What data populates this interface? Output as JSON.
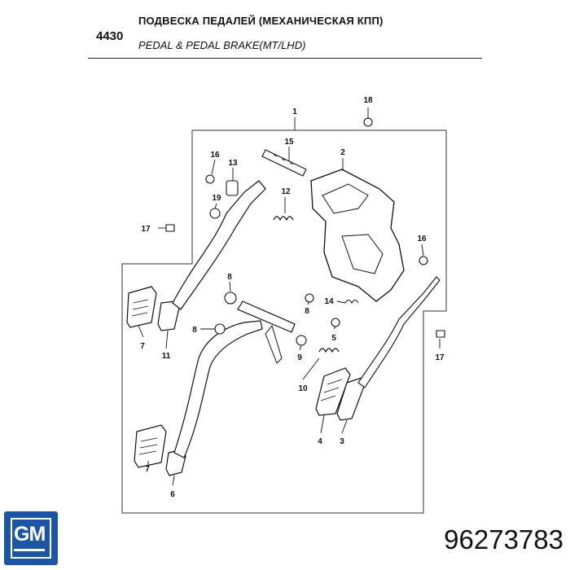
{
  "header": {
    "section_code": "4430",
    "title_ru": "ПОДВЕСКА ПЕДАЛЕЙ (МЕХАНИЧЕСКАЯ КПП)",
    "title_en": "PEDAL & PEDAL BRAKE(MT/LHD)"
  },
  "callouts": [
    "1",
    "2",
    "3",
    "4",
    "5",
    "6",
    "7",
    "7",
    "8",
    "8",
    "8",
    "9",
    "10",
    "11",
    "12",
    "13",
    "14",
    "15",
    "16",
    "16",
    "17",
    "17",
    "18",
    "19"
  ],
  "brand": {
    "logo_text": "GM",
    "color": "#1b56a6"
  },
  "part_number": "96273783"
}
